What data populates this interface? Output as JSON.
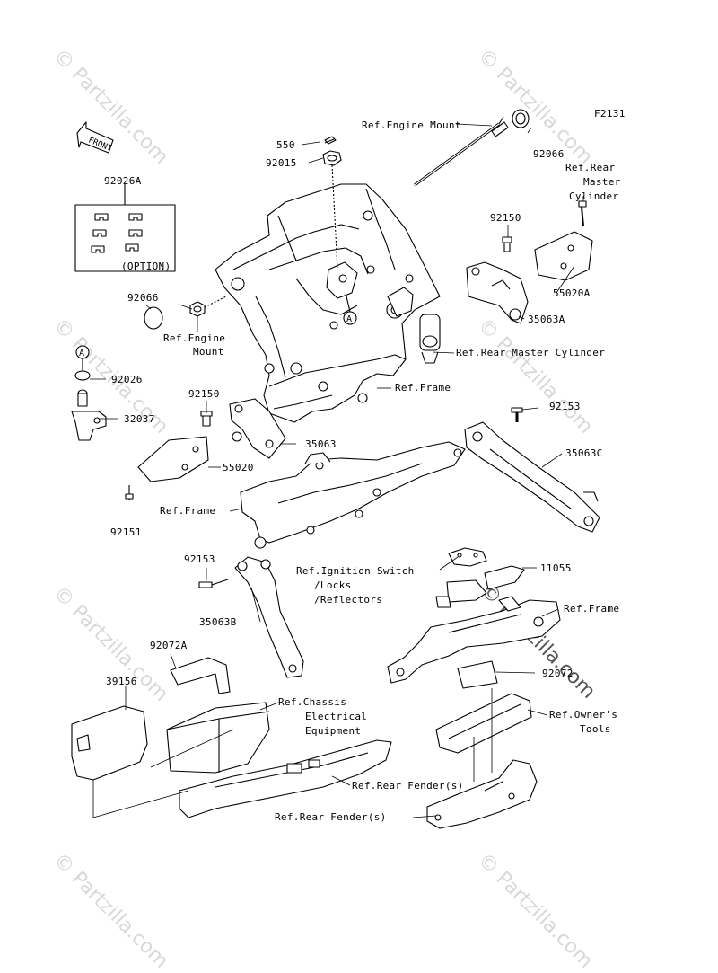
{
  "diagram_code": "F2131",
  "front_arrow": "FRONT",
  "option_label": "(OPTION)",
  "watermark": "© Partzilla.com",
  "circle_marker": "A",
  "labels": {
    "ref_engine_mount_top": "Ref.Engine Mount",
    "p550": "550",
    "p92015": "92015",
    "p92066_top": "92066",
    "ref_rear_master_cyl_1": "Ref.Rear",
    "ref_rear_master_cyl_2": "Master",
    "ref_rear_master_cyl_3": "Cylinder",
    "p92026A": "92026A",
    "p92150_top": "92150",
    "p55020A": "55020A",
    "p92066_left": "92066",
    "ref_engine_mount_left_1": "Ref.Engine",
    "ref_engine_mount_left_2": "Mount",
    "p35063A": "35063A",
    "ref_rear_master_cylinder": "Ref.Rear Master Cylinder",
    "p92026": "92026",
    "ref_frame_1": "Ref.Frame",
    "p92150_left": "92150",
    "p92153_right": "92153",
    "p32037": "32037",
    "p35063": "35063",
    "p35063C": "35063C",
    "p55020": "55020",
    "ref_frame_2": "Ref.Frame",
    "p92151": "92151",
    "p92153_left": "92153",
    "ref_ignition_1": "Ref.Ignition Switch",
    "ref_ignition_2": "/Locks",
    "ref_ignition_3": "/Reflectors",
    "p11055": "11055",
    "ref_frame_3": "Ref.Frame",
    "p35063B": "35063B",
    "p92072A": "92072A",
    "p92072": "92072",
    "p39156": "39156",
    "ref_chassis_1": "Ref.Chassis",
    "ref_chassis_2": "Electrical",
    "ref_chassis_3": "Equipment",
    "ref_owners_1": "Ref.Owner's",
    "ref_owners_2": "Tools",
    "ref_rear_fender_1": "Ref.Rear Fender(s)",
    "ref_rear_fender_2": "Ref.Rear Fender(s)"
  }
}
